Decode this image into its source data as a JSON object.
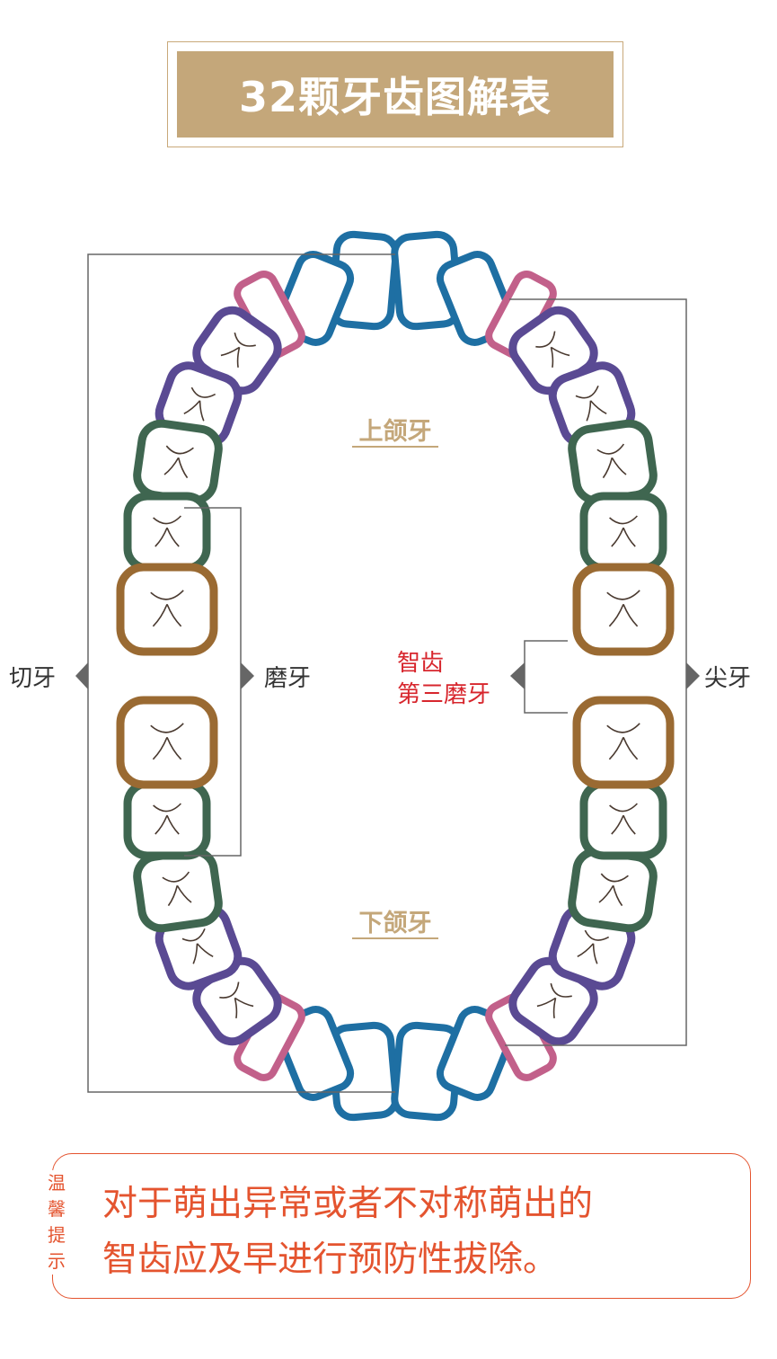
{
  "title": "32颗牙齿图解表",
  "labels": {
    "upper": "上颌牙",
    "lower": "下颌牙",
    "incisor": "切牙",
    "molar": "磨牙",
    "canine": "尖牙",
    "wisdom_line1": "智齿",
    "wisdom_line2": "第三磨牙"
  },
  "tip": {
    "label": "温馨提示",
    "label_chars": [
      "温",
      "馨",
      "提",
      "示"
    ],
    "line1": "对于萌出异常或者不对称萌出的",
    "line2": "智齿应及早进行预防性拔除。"
  },
  "colors": {
    "gold": "#c4a77a",
    "incisor": "#1e6fa3",
    "canine": "#c2608a",
    "premolar": "#5a4a93",
    "molar": "#3f6650",
    "wisdom": "#9a6a32",
    "leader": "#666666",
    "pointer": "#666666",
    "wisdom_text": "#d7262d",
    "tip": "#e4542f"
  }
}
